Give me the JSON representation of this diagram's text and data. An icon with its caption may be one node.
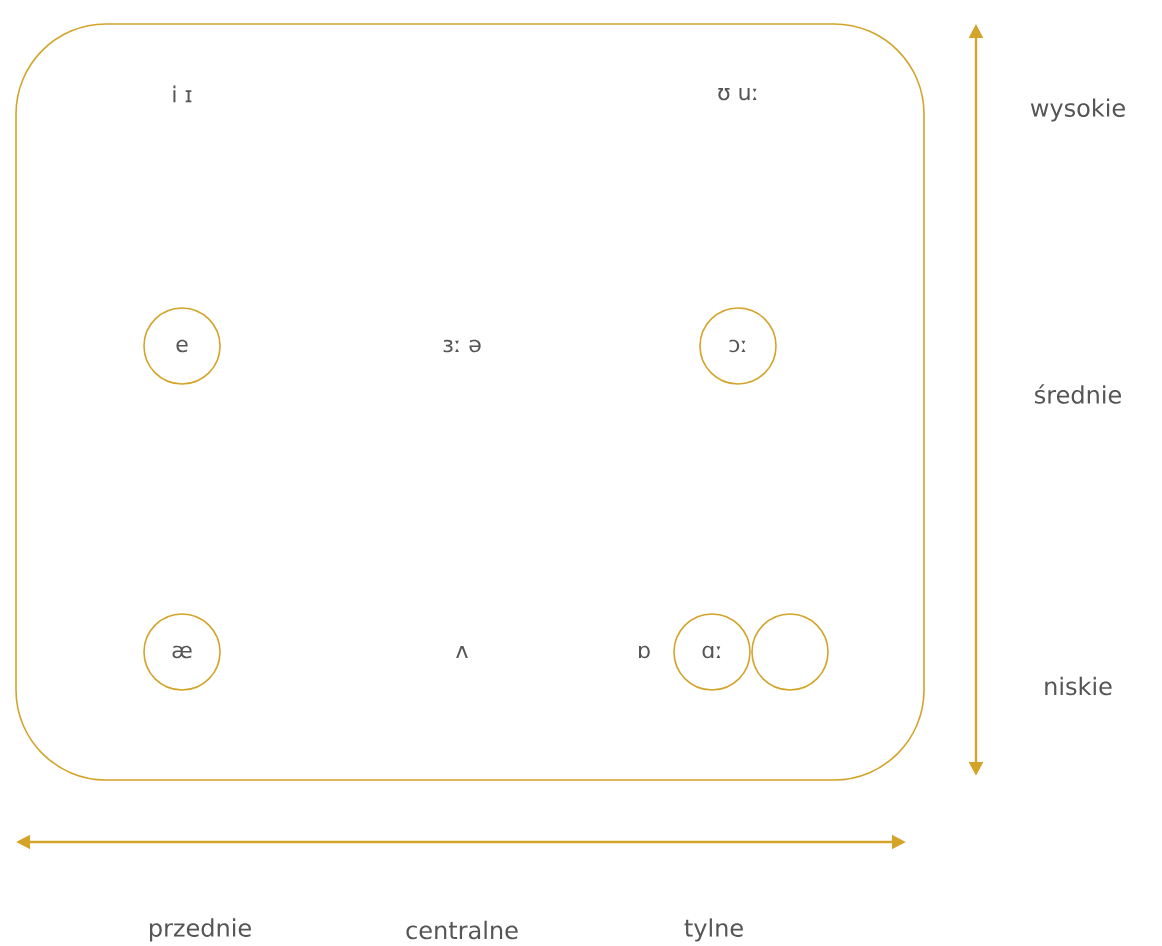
{
  "diagram": {
    "nodes": [
      {
        "text": [],
        "shape": "box"
      },
      {
        "text": [
          "e"
        ],
        "in": 0
      },
      {
        "text": [
          "ɔː"
        ],
        "in": 0
      },
      {
        "text": [
          "æ"
        ],
        "in": 0
      },
      {
        "text": [
          "ɑː"
        ],
        "in": 0
      },
      {
        "text": [],
        "shape": "circle",
        "in": 0
      }
    ],
    "labels": [
      "i ɪ",
      "ʊ uː",
      "ɜː ə",
      "ʌ",
      "ɒ",
      "wysokie",
      "średnie",
      "niskie",
      "przednie",
      "centralne",
      "tylne"
    ]
  }
}
